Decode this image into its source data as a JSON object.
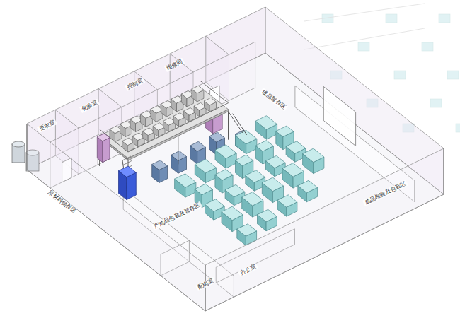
{
  "diagram": {
    "labels": [
      "原材料储存区",
      "产成品包装及暂存区",
      "成品检验及包装区",
      "办公室",
      "配电室",
      "更衣室",
      "化验室",
      "控制室",
      "维修间",
      "成品暂存区"
    ]
  }
}
